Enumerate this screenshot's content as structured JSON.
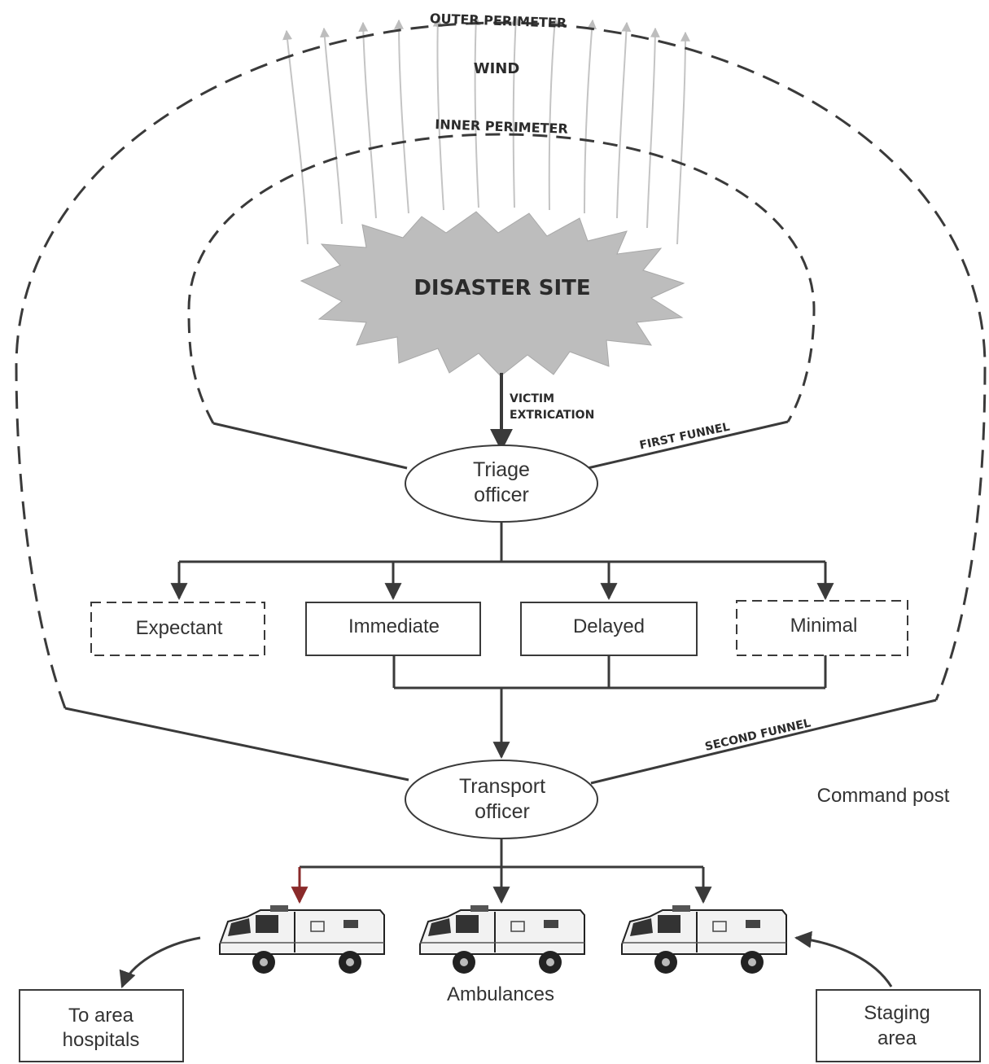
{
  "labels": {
    "outer_perimeter": "OUTER PERIMETER",
    "wind": "WIND",
    "inner_perimeter": "INNER PERIMETER",
    "disaster_site": "DISASTER SITE",
    "victim": "VICTIM",
    "extrication": "EXTRICATION",
    "first_funnel": "FIRST FUNNEL",
    "second_funnel": "SECOND FUNNEL",
    "command_post": "Command post",
    "ambulances": "Ambulances"
  },
  "triage_officer": {
    "line1": "Triage",
    "line2": "officer"
  },
  "transport_officer": {
    "line1": "Transport",
    "line2": "officer"
  },
  "categories": {
    "expectant": "Expectant",
    "immediate": "Immediate",
    "delayed": "Delayed",
    "minimal": "Minimal"
  },
  "to_area_hospitals": {
    "line1": "To area",
    "line2": "hospitals"
  },
  "staging_area": {
    "line1": "Staging",
    "line2": "area"
  }
}
